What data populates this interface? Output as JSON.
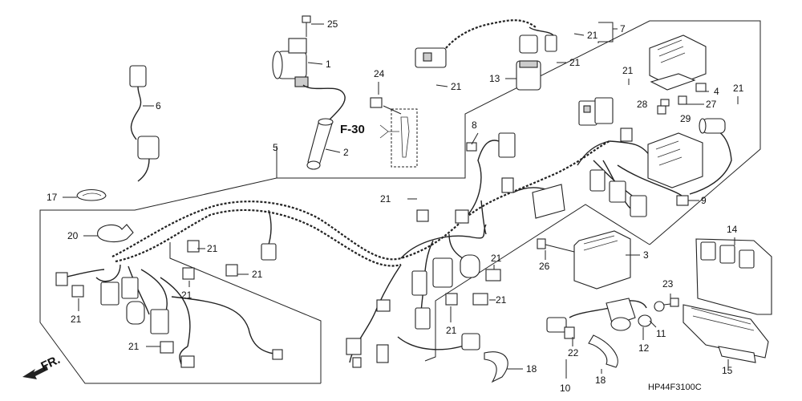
{
  "diagram": {
    "code": "HP44F3100C",
    "ref_arrow": "F-30",
    "direction_label": "FR.",
    "callouts": {
      "c1": "1",
      "c2": "2",
      "c3": "3",
      "c4": "4",
      "c5": "5",
      "c6": "6",
      "c7": "7",
      "c8": "8",
      "c9": "9",
      "c10": "10",
      "c11": "11",
      "c12": "12",
      "c13": "13",
      "c14": "14",
      "c15": "15",
      "c17": "17",
      "c18a": "18",
      "c18b": "18",
      "c20": "20",
      "c21": "21",
      "c22": "22",
      "c23": "23",
      "c24": "24",
      "c25": "25",
      "c26": "26",
      "c27": "27",
      "c28": "28",
      "c29": "29"
    }
  }
}
